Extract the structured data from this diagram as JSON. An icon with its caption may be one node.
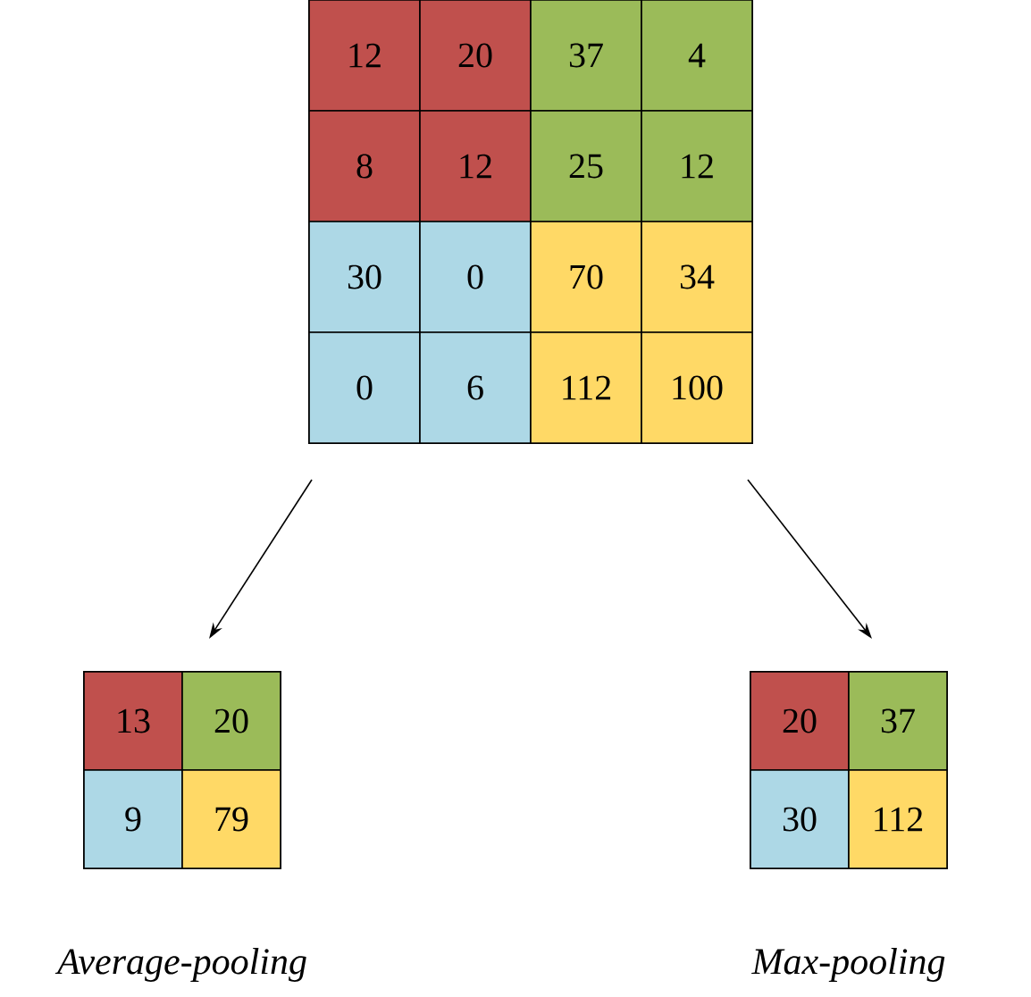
{
  "diagram": {
    "nodes": [
      {
        "text": [],
        "shape": "box"
      },
      {
        "text": [
          "12"
        ],
        "in": 0
      },
      {
        "text": [
          "20"
        ],
        "in": 0
      },
      {
        "text": [
          "37"
        ],
        "in": 0
      },
      {
        "text": [
          "4"
        ],
        "in": 0
      },
      {
        "text": [
          "8"
        ],
        "in": 0
      },
      {
        "text": [
          "12"
        ],
        "in": 0
      },
      {
        "text": [
          "25"
        ],
        "in": 0
      },
      {
        "text": [
          "12"
        ],
        "in": 0
      },
      {
        "text": [
          "30"
        ],
        "in": 0
      },
      {
        "text": [
          "0"
        ],
        "in": 0
      },
      {
        "text": [
          "70"
        ],
        "in": 0
      },
      {
        "text": [
          "34"
        ],
        "in": 0
      },
      {
        "text": [
          "0"
        ],
        "in": 0
      },
      {
        "text": [
          "6"
        ],
        "in": 0
      },
      {
        "text": [
          "112"
        ],
        "in": 0
      },
      {
        "text": [
          "100"
        ],
        "in": 0
      },
      {
        "text": [],
        "shape": "box",
        "beside": [
          "Average-pooling"
        ]
      },
      {
        "text": [
          "13"
        ],
        "in": 17
      },
      {
        "text": [
          "20"
        ],
        "in": 17
      },
      {
        "text": [
          "9"
        ],
        "in": 17
      },
      {
        "text": [
          "79"
        ],
        "in": 17
      },
      {
        "text": [],
        "shape": "box",
        "beside": [
          "Max-pooling"
        ]
      },
      {
        "text": [
          "20"
        ],
        "in": 22
      },
      {
        "text": [
          "37"
        ],
        "in": 22
      },
      {
        "text": [
          "30"
        ],
        "in": 22
      },
      {
        "text": [
          "112"
        ],
        "in": 22
      }
    ],
    "edges": [
      {
        "from": 0,
        "to": 17,
        "arrow": "to"
      },
      {
        "from": 0,
        "to": 22,
        "arrow": "to"
      }
    ]
  }
}
